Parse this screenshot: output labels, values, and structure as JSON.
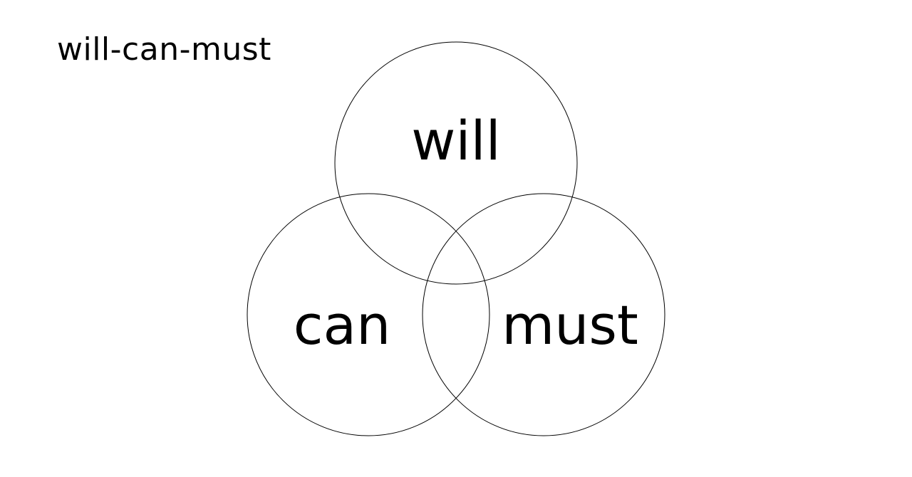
{
  "title": "will-can-must",
  "sets": {
    "will": "will",
    "can": "can",
    "must": "must"
  },
  "colors": {
    "stroke": "#000000",
    "background": "#ffffff"
  }
}
